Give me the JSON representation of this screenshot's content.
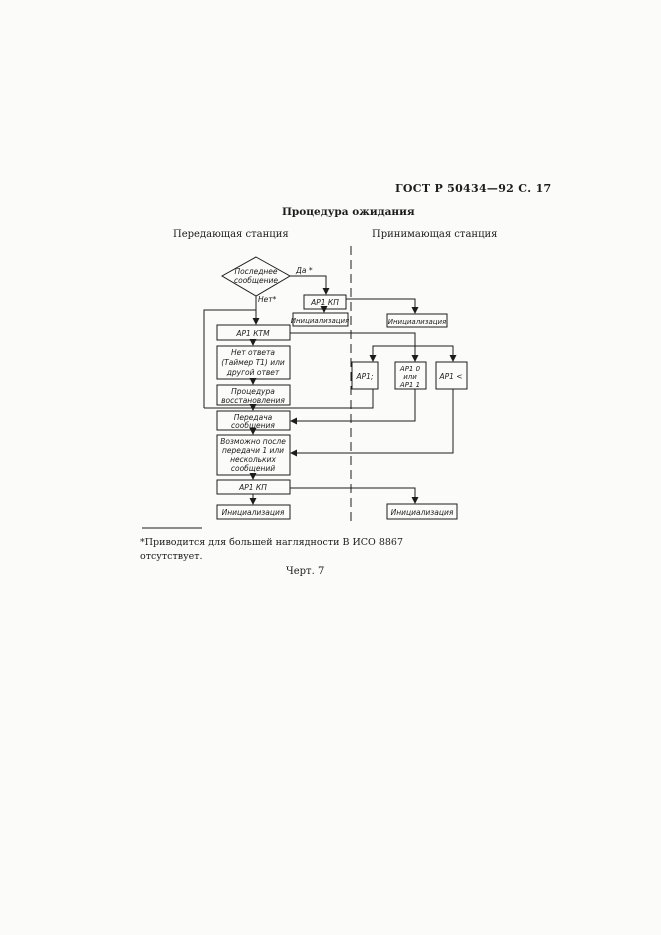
{
  "header": {
    "doc_ref": "ГОСТ Р 50434—92 С. 17"
  },
  "title": "Процедура ожидания",
  "columns": {
    "left": "Передающая станция",
    "right": "Принимающая станция"
  },
  "diagram": {
    "decision_lines": [
      "Последнее",
      "сообщение"
    ],
    "yes_label": "Да *",
    "no_label": "Нет*",
    "box_ap1_kp_top": "АР1 КП",
    "box_init_left_top": "Инициализация",
    "box_init_right_top": "Инициализация",
    "box_ap1_ktm": "АР1    КТМ",
    "box_no_reply": [
      "Нет ответа",
      "(Таймер Т1) или",
      "другой ответ"
    ],
    "box_recovery": [
      "Процедура",
      "восстановления"
    ],
    "box_ap1_semicolon": "АР1;",
    "box_ap1_or": [
      "АР1  0",
      "или",
      "АР1    1"
    ],
    "box_ap1_lt": "АР1 <",
    "box_transmit": [
      "Передача",
      "сообщения"
    ],
    "box_possible": [
      "Возможно после",
      "передачи 1 или",
      "нескольких",
      "сообщений"
    ],
    "box_ap1_kp_bottom": "АР1      КП",
    "box_init_left_bottom": "Инициализация",
    "box_init_right_bottom": "Инициализация"
  },
  "footnote": [
    "*Приводится для большей наглядности  В ИСО 8867",
    "отсутствует."
  ],
  "caption": "Черт. 7",
  "colors": {
    "ink": "#1c1c1c",
    "paper": "#fbfbf9"
  }
}
